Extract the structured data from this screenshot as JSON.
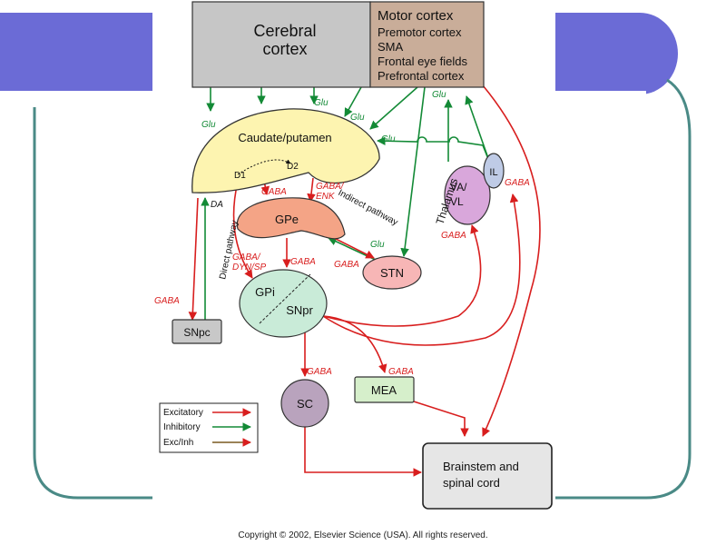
{
  "cortex": {
    "title_line1": "Cerebral",
    "title_line2": "cortex",
    "areas": [
      "Motor cortex",
      "Premotor cortex",
      "SMA",
      "Frontal eye fields",
      "Prefrontal cortex"
    ]
  },
  "nodes": {
    "caudate": "Caudate/putamen",
    "gpe": "GPe",
    "gpi": "GPi",
    "snpr": "SNpr",
    "stn": "STN",
    "snpc": "SNpc",
    "sc": "SC",
    "mea": "MEA",
    "il": "IL",
    "vavl_line1": "VA/",
    "vavl_line2": "VL",
    "thalamus": "Thalamus",
    "brainstem_line1": "Brainstem and",
    "brainstem_line2": "spinal cord"
  },
  "labels": {
    "glu": "Glu",
    "gaba": "GABA",
    "gaba_enk_1": "GABA/",
    "gaba_enk_2": "ENK",
    "gaba_dyn_1": "GABA/",
    "gaba_dyn_2": "DYN/SP",
    "d1": "D1",
    "d2": "D2",
    "da": "DA",
    "indirect_pathway": "Indirect pathway",
    "direct_pathway": "Direct pathway"
  },
  "legend": {
    "excitatory": "Excitatory",
    "inhibitory": "Inhibitory",
    "exc_inh": "Exc/Inh"
  },
  "copyright": "Copyright © 2002, Elsevier Science (USA). All rights reserved.",
  "colors": {
    "slide_blue": "#6b6bd6",
    "slide_teal": "#4a8a86",
    "red": "#d81e1e",
    "green": "#138a36",
    "caudate": "#fdf4b0",
    "gpe": "#f4a486",
    "gpi": "#c9ebd8",
    "stn": "#f7b6b6",
    "snpc": "#c8c8c8",
    "sc": "#b9a3bd",
    "mea": "#d6efcb",
    "vavl": "#d9a7db",
    "il": "#bfcbe6",
    "brainstem": "#e6e6e6",
    "cortex": "#c6c6c6",
    "cortex_areas": "#c9ad99"
  }
}
